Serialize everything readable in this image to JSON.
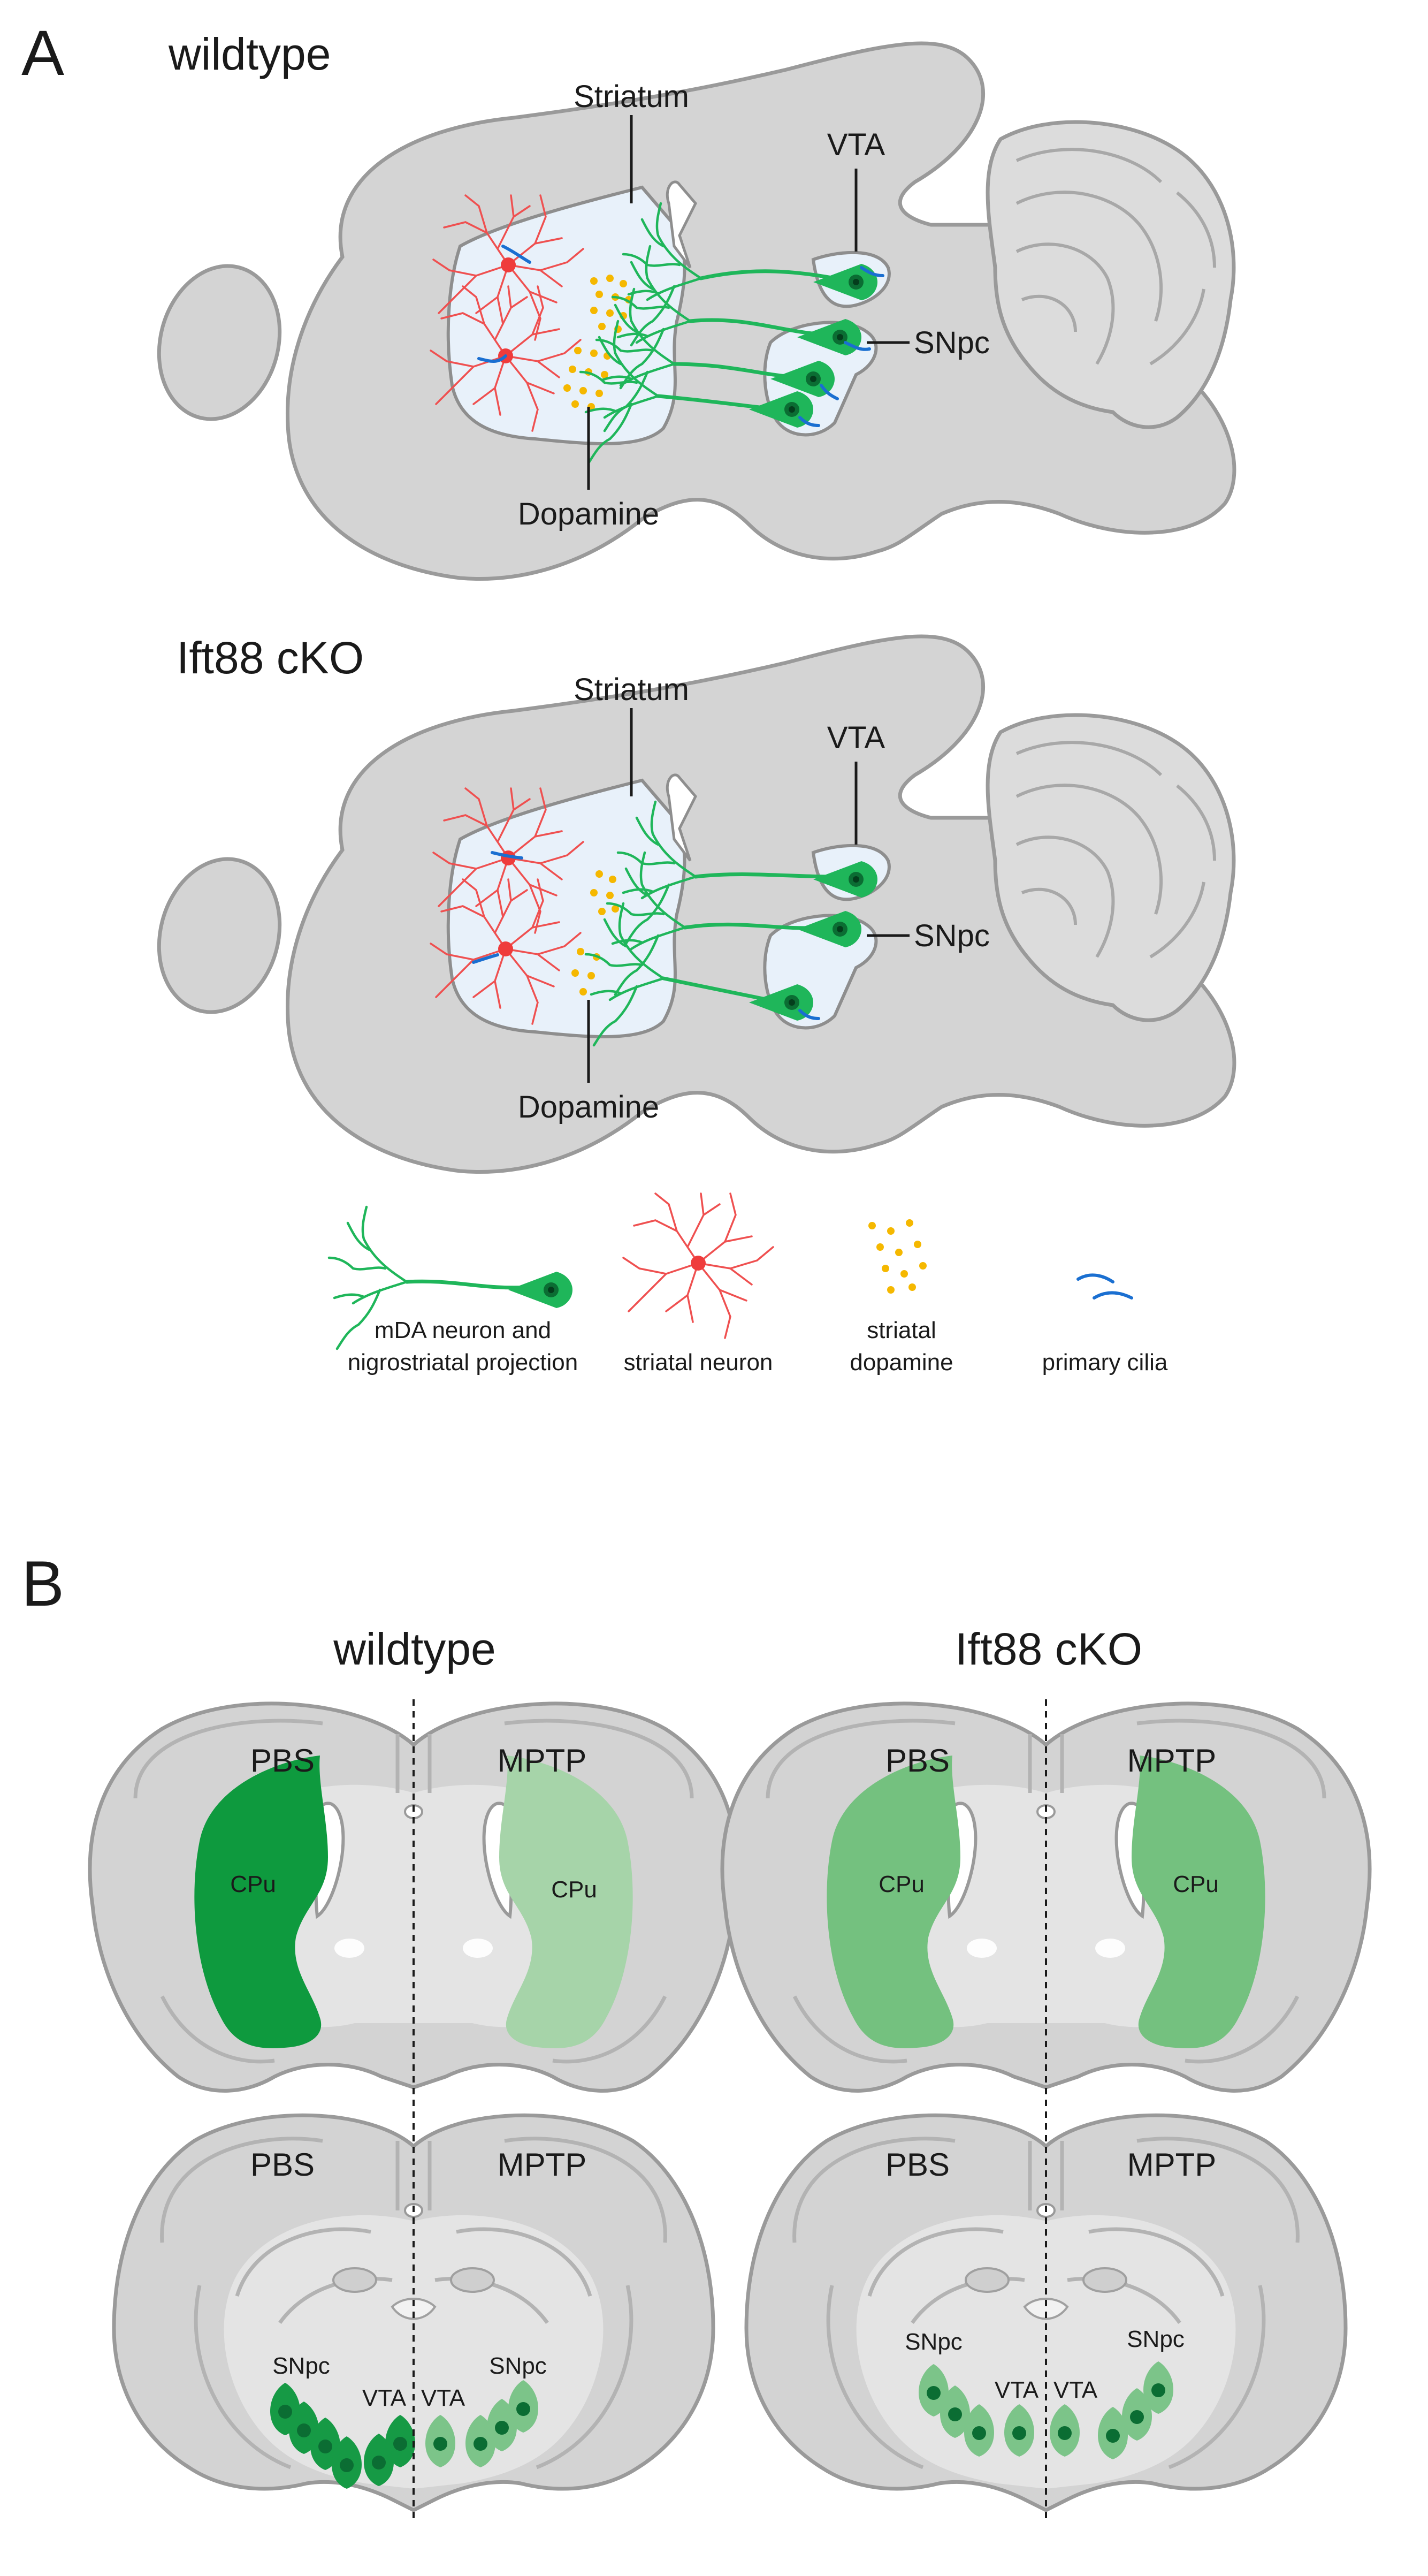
{
  "panel_a": {
    "letter": "A",
    "wildtype": {
      "title": "wildtype",
      "striatum": "Striatum",
      "vta": "VTA",
      "snpc": "SNpc",
      "dopamine": "Dopamine"
    },
    "cko": {
      "title": "Ift88 cKO",
      "striatum": "Striatum",
      "vta": "VTA",
      "snpc": "SNpc",
      "dopamine": "Dopamine"
    },
    "legend": {
      "mda_line1": "mDA neuron and",
      "mda_line2": "nigrostriatal projection",
      "striatal_neuron": "striatal neuron",
      "dopamine_line1": "striatal",
      "dopamine_line2": "dopamine",
      "cilia": "primary cilia"
    }
  },
  "panel_b": {
    "letter": "B",
    "wildtype": {
      "title": "wildtype",
      "top_left": "PBS",
      "top_right": "MPTP",
      "cpu_left": "CPu",
      "cpu_right": "CPu",
      "bottom_left": "PBS",
      "bottom_right": "MPTP",
      "snpc_left": "SNpc",
      "vta_left": "VTA",
      "vta_right": "VTA",
      "snpc_right": "SNpc",
      "colors": {
        "cpu_pbs": "#0e9a3e",
        "cpu_mptp": "#a6d4a9"
      }
    },
    "cko": {
      "title": "Ift88 cKO",
      "top_left": "PBS",
      "top_right": "MPTP",
      "cpu_left": "CPu",
      "cpu_right": "CPu",
      "bottom_left": "PBS",
      "bottom_right": "MPTP",
      "snpc_left": "SNpc",
      "vta_left": "VTA",
      "vta_right": "VTA",
      "snpc_right": "SNpc",
      "colors": {
        "cpu_pbs": "#74c17f",
        "cpu_mptp": "#74c17f"
      }
    }
  }
}
